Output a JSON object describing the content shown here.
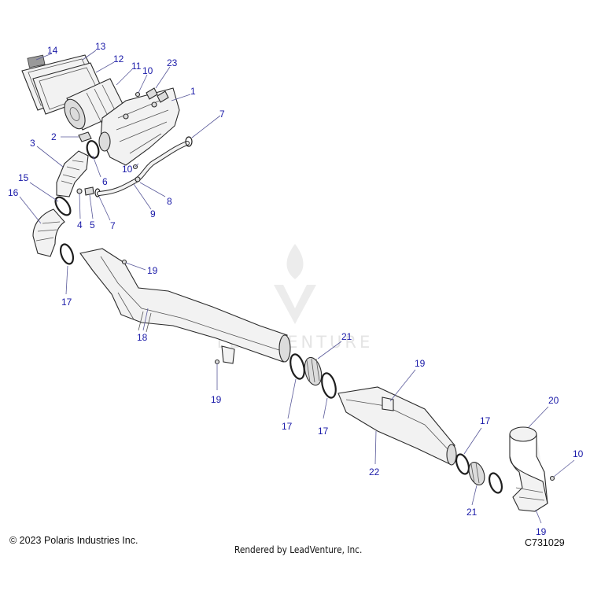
{
  "callouts": {
    "c14": "14",
    "c13": "13",
    "c12": "12",
    "c11": "11",
    "c10a": "10",
    "c23": "23",
    "c1": "1",
    "c7a": "7",
    "c2": "2",
    "c3": "3",
    "c6": "6",
    "c10b": "10",
    "c8": "8",
    "c9": "9",
    "c15": "15",
    "c16": "16",
    "c4": "4",
    "c5": "5",
    "c7b": "7",
    "c19a": "19",
    "c17a": "17",
    "c18": "18",
    "c21a": "21",
    "c19b": "19",
    "c19c": "19",
    "c17b": "17",
    "c17c": "17",
    "c22": "22",
    "c17d": "17",
    "c20": "20",
    "c10c": "10",
    "c21b": "21",
    "c19d": "19"
  },
  "watermark": "LEADVENTURE",
  "footer": {
    "copyright": "© 2023 Polaris Industries Inc.",
    "rendered_by": "Rendered by LeadVenture, Inc.",
    "diagram_code": "C731029"
  },
  "colors": {
    "callout_text": "#1a1aa8",
    "line_art": "#2a2a2a",
    "watermark": "#e4e4e4"
  }
}
